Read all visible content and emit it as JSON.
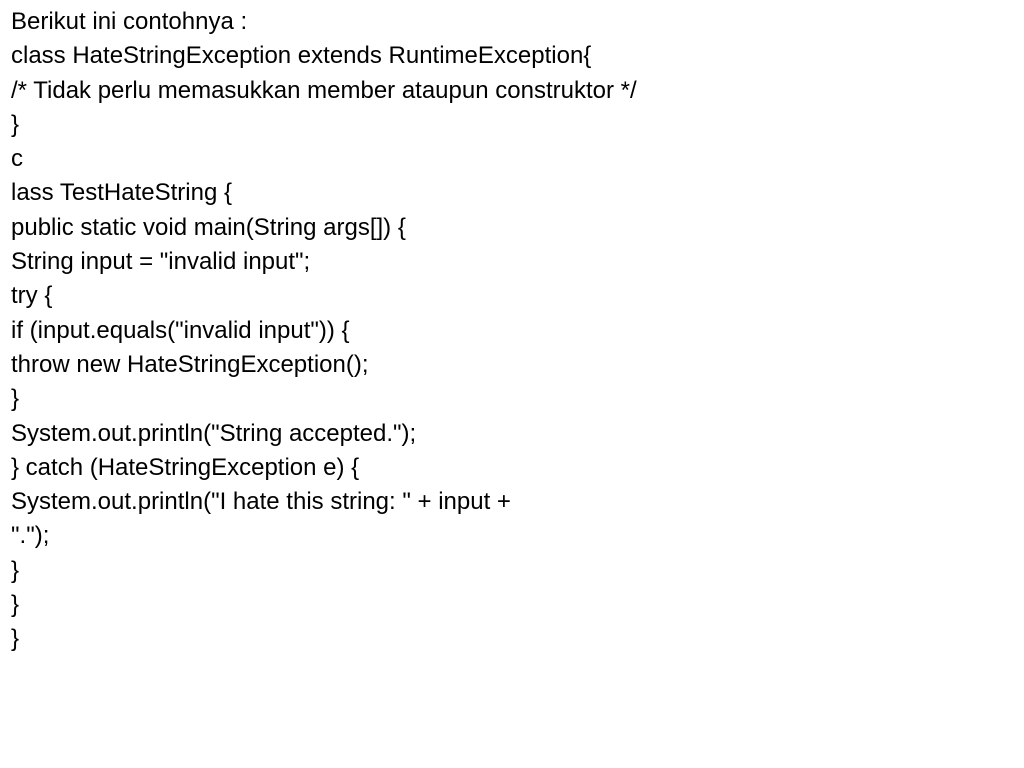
{
  "lines": [
    "Berikut ini contohnya :",
    "class HateStringException extends RuntimeException{",
    "/* Tidak perlu memasukkan member ataupun construktor */",
    "}",
    "c",
    "lass TestHateString {",
    "public static void main(String args[]) {",
    "String input = \"invalid input\";",
    "try {",
    "if (input.equals(\"invalid input\")) {",
    "throw new HateStringException();",
    "}",
    "System.out.println(\"String accepted.\");",
    "} catch (HateStringException e) {",
    "System.out.println(\"I hate this string: \" + input +",
    "\".\");",
    "}",
    "}",
    "}"
  ],
  "colors": {
    "background": "#ffffff",
    "text": "#000000"
  }
}
